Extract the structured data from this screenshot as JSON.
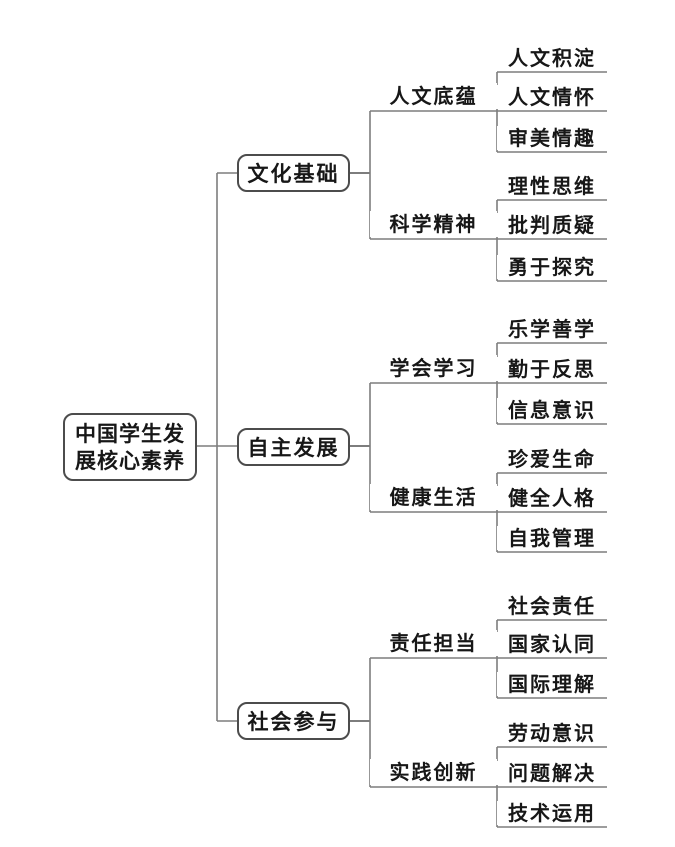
{
  "diagram": {
    "root": {
      "line1": "中国学生发",
      "line2": "展核心素养",
      "full_label": "中国学生发展核心素养"
    },
    "branches": [
      {
        "label": "文化基础",
        "children": [
          {
            "label": "人文底蕴",
            "leaves": [
              "人文积淀",
              "人文情怀",
              "审美情趣"
            ]
          },
          {
            "label": "科学精神",
            "leaves": [
              "理性思维",
              "批判质疑",
              "勇于探究"
            ]
          }
        ]
      },
      {
        "label": "自主发展",
        "children": [
          {
            "label": "学会学习",
            "leaves": [
              "乐学善学",
              "勤于反思",
              "信息意识"
            ]
          },
          {
            "label": "健康生活",
            "leaves": [
              "珍爱生命",
              "健全人格",
              "自我管理"
            ]
          }
        ]
      },
      {
        "label": "社会参与",
        "children": [
          {
            "label": "责任担当",
            "leaves": [
              "社会责任",
              "国家认同",
              "国际理解"
            ]
          },
          {
            "label": "实践创新",
            "leaves": [
              "劳动意识",
              "问题解决",
              "技术运用"
            ]
          }
        ]
      }
    ],
    "colors": {
      "line": "#7d7d7d",
      "box_border": "#4c4c4c",
      "text": "#171717",
      "background": "#ffffff"
    }
  }
}
